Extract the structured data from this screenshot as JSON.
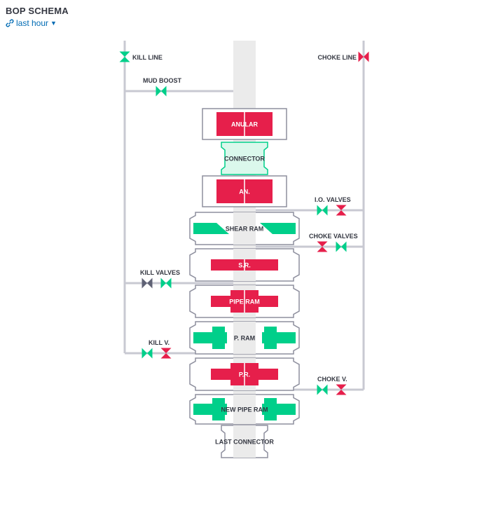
{
  "header": {
    "title": "BOP SCHEMA",
    "time_range": "last hour"
  },
  "colors": {
    "red": "#e61f4b",
    "green": "#00cf8a",
    "gray": "#5f6275",
    "pipe": "#c8c9d2",
    "outline": "#8e8f9e",
    "bore": "#ebebeb",
    "text": "#343741",
    "link": "#006bb4",
    "connector_fill": "#dbf8ec"
  },
  "labels": {
    "kill_line": "KILL LINE",
    "mud_boost": "MUD BOOST",
    "choke_line": "CHOKE LINE",
    "io_valves": "I.O. VALVES",
    "choke_valves": "CHOKE VALVES",
    "kill_valves": "KILL VALVES",
    "kill_v": "KILL V.",
    "choke_v": "CHOKE V."
  },
  "components": [
    {
      "label": "ANULAR",
      "kind": "annular",
      "status": "closed"
    },
    {
      "label": "CONNECTOR",
      "kind": "connector",
      "status": "open"
    },
    {
      "label": "AN.",
      "kind": "annular",
      "status": "closed"
    },
    {
      "label": "SHEAR RAM",
      "kind": "shear",
      "status": "open"
    },
    {
      "label": "S.R.",
      "kind": "shear",
      "status": "closed"
    },
    {
      "label": "PIPE RAM",
      "kind": "pipe",
      "status": "closed"
    },
    {
      "label": "P. RAM",
      "kind": "pipe",
      "status": "open"
    },
    {
      "label": "P.R.",
      "kind": "pipe",
      "status": "closed"
    },
    {
      "label": "NEW PIPE RAM",
      "kind": "pipe",
      "status": "open"
    },
    {
      "label": "LAST CONNECTOR",
      "kind": "connector",
      "status": "empty"
    }
  ],
  "valves": [
    {
      "name": "kill-line-valve",
      "status": "open"
    },
    {
      "name": "mud-boost-valve",
      "status": "open"
    },
    {
      "name": "choke-line-valve",
      "status": "closed"
    },
    {
      "name": "io-valve-1",
      "status": "open"
    },
    {
      "name": "io-valve-2",
      "status": "closed"
    },
    {
      "name": "choke-valve-1",
      "status": "closed"
    },
    {
      "name": "choke-valve-2",
      "status": "open"
    },
    {
      "name": "kill-valve-1",
      "status": "unknown"
    },
    {
      "name": "kill-valve-2",
      "status": "open"
    },
    {
      "name": "kill-v-1",
      "status": "open"
    },
    {
      "name": "kill-v-2",
      "status": "closed"
    },
    {
      "name": "choke-v-1",
      "status": "open"
    },
    {
      "name": "choke-v-2",
      "status": "closed"
    }
  ]
}
